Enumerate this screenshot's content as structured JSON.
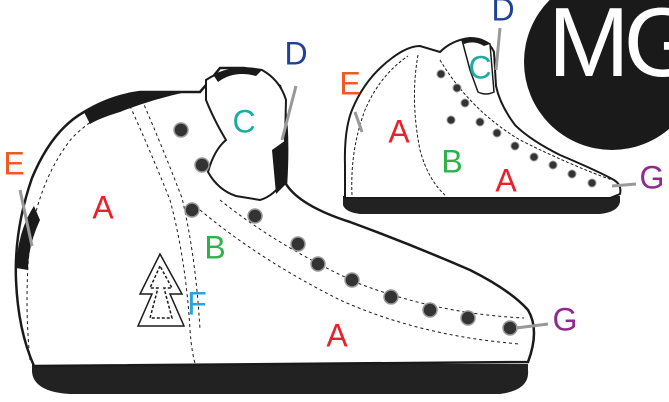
{
  "logo": {
    "text": "MG-"
  },
  "labels": {
    "large_skate": {
      "A_top": "A",
      "A_bottom": "A",
      "B": "B",
      "C": "C",
      "D": "D",
      "E": "E",
      "F": "F",
      "G": "G"
    },
    "small_skate": {
      "A_left": "A",
      "A_right": "A",
      "B": "B",
      "C": "C",
      "D": "D",
      "E": "E",
      "G": "G"
    }
  },
  "colors": {
    "A": "#e8212c",
    "B": "#2db34a",
    "C": "#1aaea2",
    "D": "#21409a",
    "E": "#f15a24",
    "F": "#29a3dc",
    "G": "#92278f",
    "outline": "#1a1a1a",
    "sole": "#222222",
    "logo_bg": "#1a1a1a"
  }
}
